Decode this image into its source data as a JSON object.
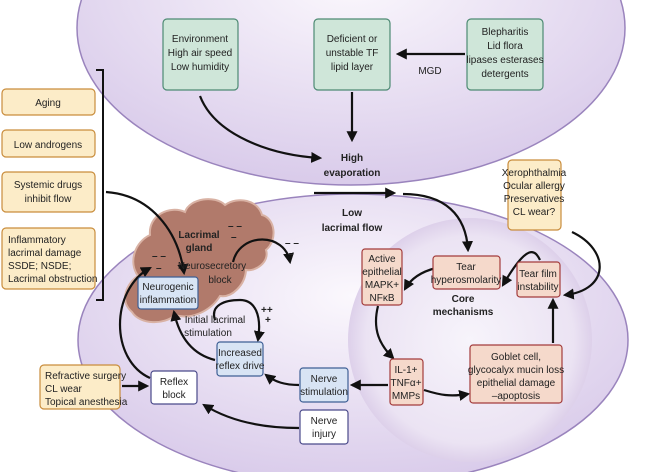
{
  "top_region": {
    "boxes": {
      "environment": [
        "Environment",
        "High air speed",
        "Low humidity"
      ],
      "deficient": [
        "Deficient or",
        "unstable TF",
        "lipid layer"
      ],
      "blepharitis": [
        "Blepharitis",
        "Lid flora",
        "lipases esterases",
        "detergents"
      ]
    },
    "mgd_label": "MGD",
    "high_evaporation": [
      "High",
      "evaporation"
    ]
  },
  "low_lacrimal_flow": [
    "Low",
    "lacrimal flow"
  ],
  "left_factors": [
    [
      "Aging"
    ],
    [
      "Low androgens"
    ],
    [
      "Systemic drugs",
      "inhibit flow"
    ],
    [
      "Inflammatory",
      "lacrimal damage",
      "SSDE; NSDE;",
      "Lacrimal obstruction"
    ]
  ],
  "right_factors": [
    "Xerophthalmia",
    "Ocular allergy",
    "Preservatives",
    "CL wear?"
  ],
  "gland": {
    "label": [
      "Lacrimal",
      "gland"
    ],
    "block": [
      "Neurosecretory",
      "block"
    ],
    "minus_marks": [
      "– –",
      "–"
    ]
  },
  "core": {
    "label": [
      "Core",
      "mechanisms"
    ],
    "tear_hyperosmolarity": [
      "Tear",
      "hyperosmolarity"
    ],
    "active_epithelial": [
      "Active",
      "epithelial",
      "MAPK+",
      "NFκB"
    ],
    "tear_film_instability": [
      "Tear film",
      "instability"
    ],
    "il1": [
      "IL-1+",
      "TNFα+",
      "MMPs"
    ],
    "goblet": [
      "Goblet cell,",
      "glycocalyx mucin loss",
      "epithelial damage",
      "–apoptosis"
    ]
  },
  "reflex": {
    "nerve_stimulation": [
      "Nerve",
      "stimulation"
    ],
    "increased_reflex_drive": [
      "Increased",
      "reflex drive"
    ],
    "neurogenic_inflammation": [
      "Neurogenic",
      "inflammation"
    ],
    "reflex_block": [
      "Reflex",
      "block"
    ],
    "nerve_injury": [
      "Nerve",
      "injury"
    ],
    "initial_stimulation": [
      "Initial lacrimal",
      "stimulation"
    ],
    "plus_marks": [
      "++",
      "+"
    ]
  },
  "refractive_factors": [
    "Refractive surgery",
    "CL wear",
    "Topical anesthesia"
  ],
  "colors": {
    "ellipse_fill": "#e4daf0",
    "ellipse_stroke": "#9a84bd",
    "green_box": "#cfe6d9",
    "orange_box": "#fcecc8",
    "pink_box": "#f5d9cb",
    "blue_box": "#d8e4f4",
    "gland": "#b17a6b"
  }
}
